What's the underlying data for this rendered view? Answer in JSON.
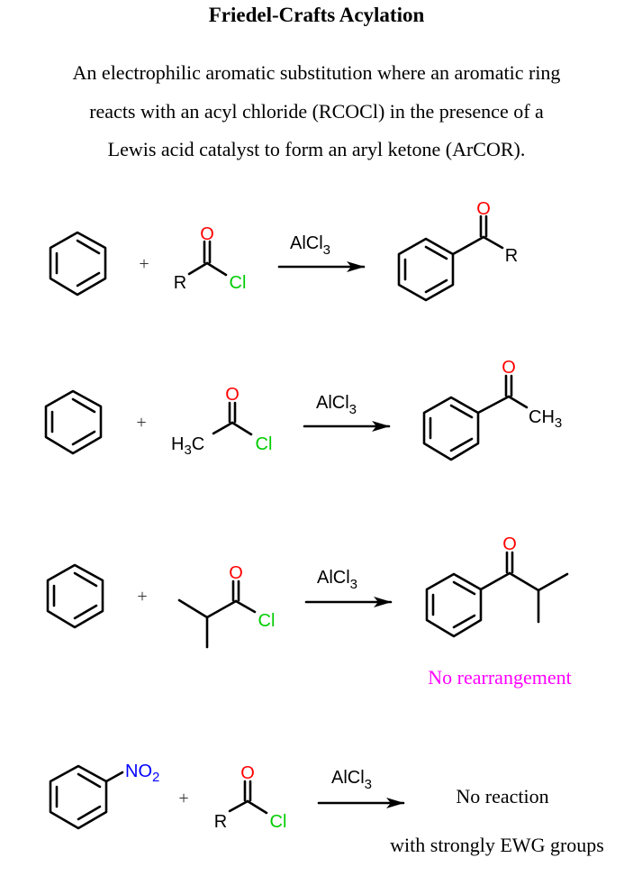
{
  "title": "Friedel-Crafts Acylation",
  "description": {
    "lines": [
      "An electrophilic aromatic substitution where an aromatic ring",
      "reacts with an acyl chloride (RCOCl) in the presence of a",
      "Lewis acid catalyst to form an aryl ketone (ArCOR)."
    ]
  },
  "colors": {
    "oxygen": "#ff0000",
    "chlorine": "#00cc00",
    "nitrogen": "#0000ff",
    "note": "#ff00ff",
    "bond": "#000000"
  },
  "reactions": [
    {
      "reactant_1": "benzene",
      "plus": "+",
      "reactant_2": {
        "substituent": "R",
        "oxygen": "O",
        "chlorine": "Cl"
      },
      "catalyst": {
        "main": "AlCl",
        "subscript": "3"
      },
      "product": {
        "oxygen": "O",
        "substituent": "R"
      },
      "note": ""
    },
    {
      "reactant_1": "benzene",
      "plus": "+",
      "reactant_2": {
        "substituent_main": "H",
        "substituent_sub": "3",
        "substituent_tail": "C",
        "oxygen": "O",
        "chlorine": "Cl"
      },
      "catalyst": {
        "main": "AlCl",
        "subscript": "3"
      },
      "product": {
        "oxygen": "O",
        "substituent_main": "CH",
        "substituent_sub": "3"
      },
      "note": ""
    },
    {
      "reactant_1": "benzene",
      "plus": "+",
      "reactant_2": {
        "oxygen": "O",
        "chlorine": "Cl"
      },
      "catalyst": {
        "main": "AlCl",
        "subscript": "3"
      },
      "product": {
        "oxygen": "O"
      },
      "note": "No rearrangement"
    },
    {
      "reactant_1": {
        "group_main": "NO",
        "group_sub": "2"
      },
      "plus": "+",
      "reactant_2": {
        "substituent": "R",
        "oxygen": "O",
        "chlorine": "Cl"
      },
      "catalyst": {
        "main": "AlCl",
        "subscript": "3"
      },
      "product_text": "No reaction",
      "note": "with strongly EWG groups"
    }
  ]
}
